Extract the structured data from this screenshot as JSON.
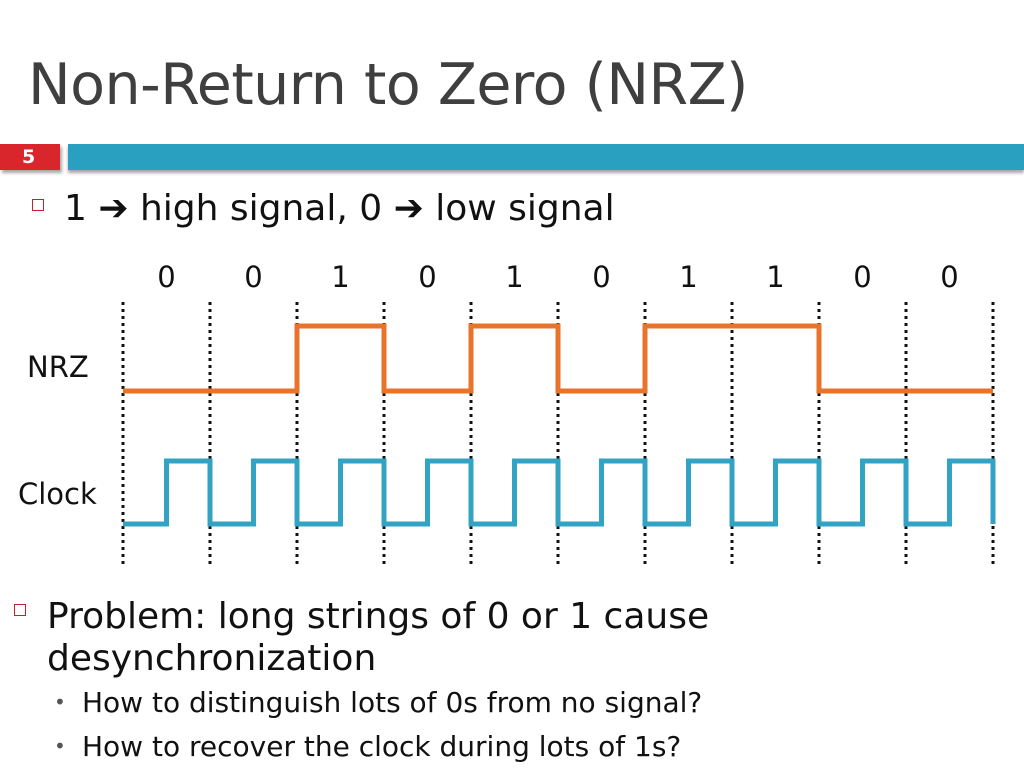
{
  "slide": {
    "title": "Non-Return to Zero (NRZ)",
    "number": "5"
  },
  "bullets": {
    "first": "1 ➔ high signal, 0 ➔ low signal",
    "second": "Problem: long strings of 0 or 1 cause desynchronization",
    "sub": [
      "How to distinguish lots of 0s from no signal?",
      "How to recover the clock during lots of 1s?"
    ]
  },
  "diagram": {
    "bits": [
      "0",
      "0",
      "1",
      "0",
      "1",
      "0",
      "1",
      "1",
      "0",
      "0"
    ],
    "signals": [
      "NRZ",
      "Clock"
    ]
  },
  "colors": {
    "accent_red": "#d9262c",
    "accent_blue": "#2aa0c0",
    "nrz": "#e8732a",
    "clock": "#33a3c4",
    "title": "#3f3f3f"
  }
}
